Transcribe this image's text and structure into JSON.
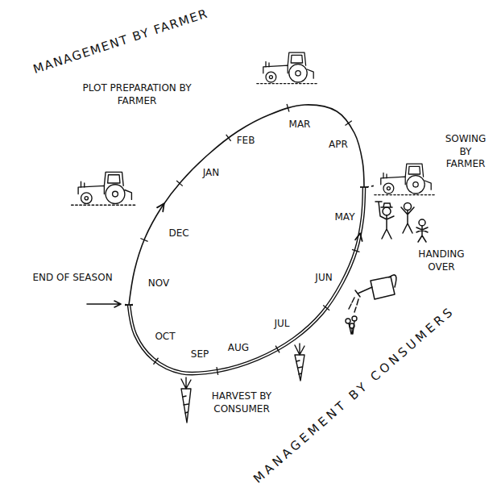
{
  "diagram": {
    "labels": [
      "MANAGEMENT BY FARMER",
      "PLOT PREPARATION BY FARMER",
      "SOWING BY FARMER",
      "JAN",
      "FEB",
      "MAR",
      "APR",
      "MAY",
      "JUN",
      "JUL",
      "AUG",
      "SEP",
      "OCT",
      "NOV",
      "DEC",
      "HANDING OVER",
      "END OF SEASON",
      "HARVEST BY CONSUMER",
      "MANAGEMENT BY CONSUMERS"
    ]
  }
}
